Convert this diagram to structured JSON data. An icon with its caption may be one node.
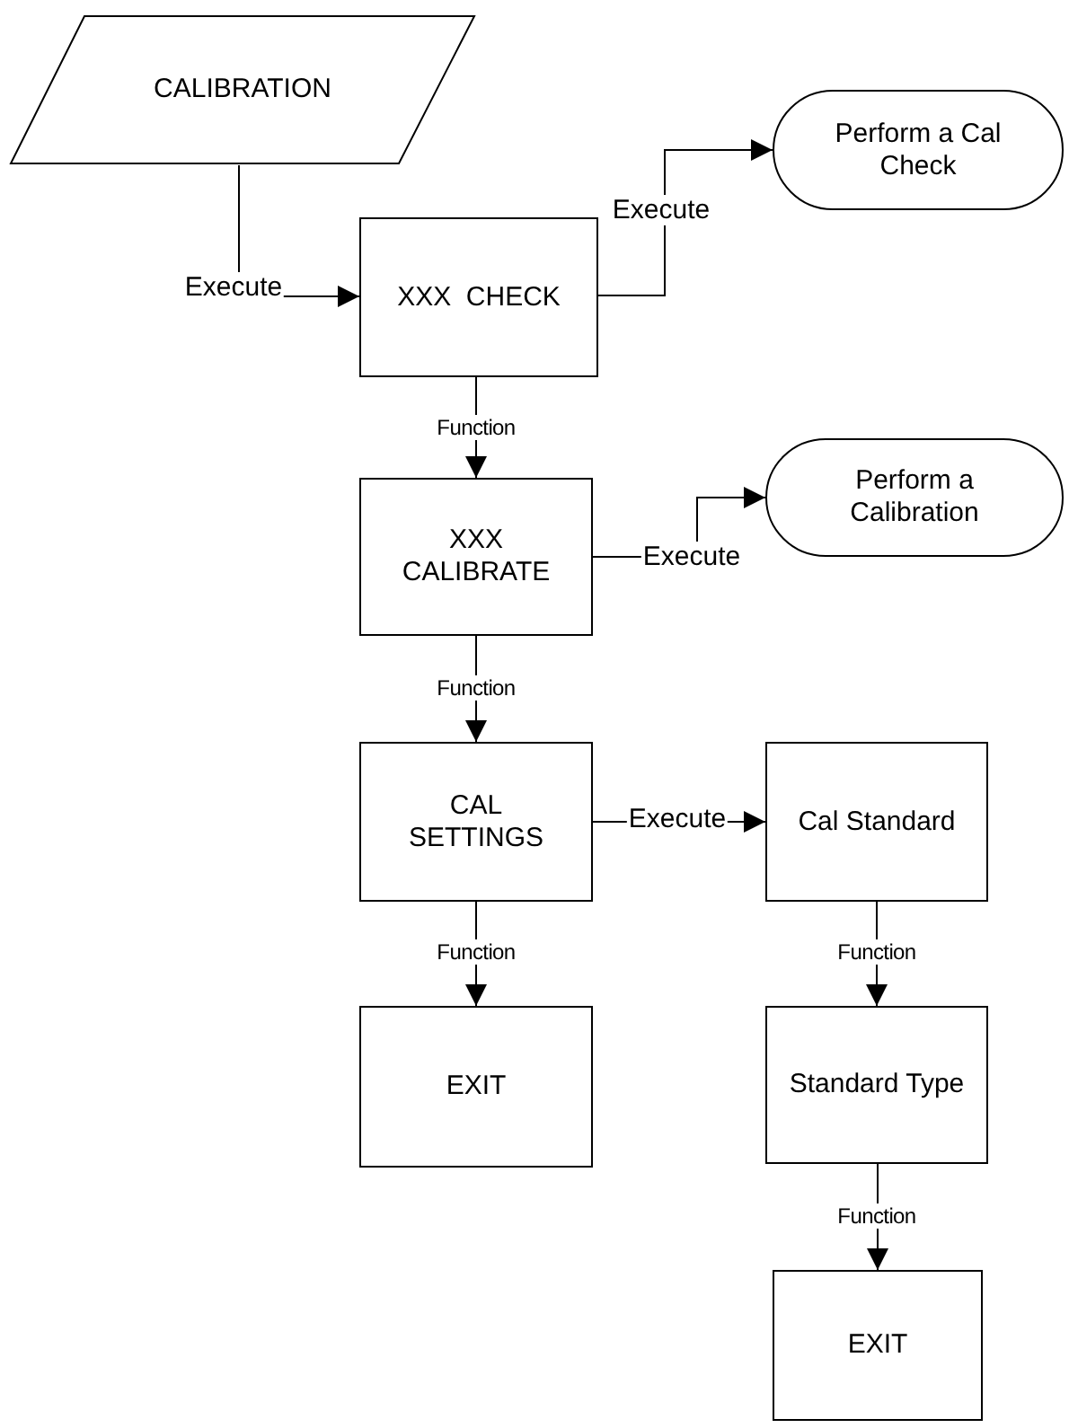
{
  "diagram": {
    "nodes": [
      {
        "text": [
          "CALIBRATION"
        ]
      },
      {
        "text": [
          "XXX  CHECK"
        ]
      },
      {
        "text": [
          "Perform a Cal Check"
        ]
      },
      {
        "text": [
          "XXX CALIBRATE"
        ]
      },
      {
        "text": [
          "Perform a Calibration"
        ]
      },
      {
        "text": [
          "CAL SETTINGS"
        ]
      },
      {
        "text": [
          "Cal Standard"
        ]
      },
      {
        "text": [
          "EXIT"
        ]
      },
      {
        "text": [
          "Standard Type"
        ]
      },
      {
        "text": [
          "EXIT"
        ]
      }
    ],
    "edges": [
      {
        "from": 0,
        "to": 1,
        "arrow": "to",
        "label": "Execute"
      },
      {
        "from": 1,
        "to": 2,
        "arrow": "to",
        "label": "Execute"
      },
      {
        "from": 1,
        "to": 3,
        "arrow": "to",
        "label": "Function"
      },
      {
        "from": 3,
        "to": 4,
        "arrow": "to",
        "label": "Execute"
      },
      {
        "from": 3,
        "to": 5,
        "arrow": "to",
        "label": "Function"
      },
      {
        "from": 5,
        "to": 6,
        "arrow": "to",
        "label": "Execute"
      },
      {
        "from": 5,
        "to": 7,
        "arrow": "to",
        "label": "Function"
      },
      {
        "from": 6,
        "to": 8,
        "arrow": "to",
        "label": "Function"
      },
      {
        "from": 8,
        "to": 9,
        "arrow": "to",
        "label": "Function"
      }
    ]
  }
}
